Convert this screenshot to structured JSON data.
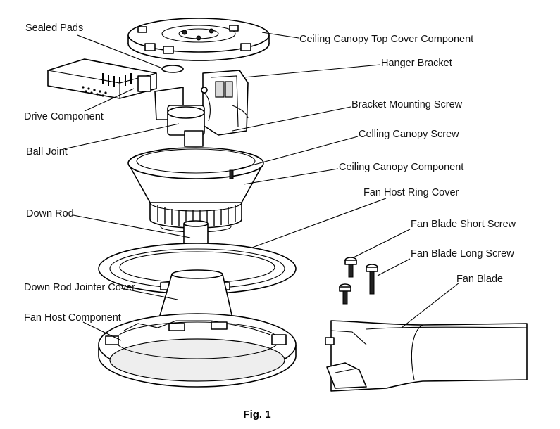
{
  "labels": {
    "sealed_pads": "Sealed Pads",
    "top_cover": "Ceiling Canopy Top Cover Component",
    "hanger_bracket": "Hanger Bracket",
    "drive_component": "Drive Component",
    "bracket_screw": "Bracket Mounting Screw",
    "canopy_screw": "Celling Canopy Screw",
    "ball_joint": "Ball Joint",
    "canopy_component": "Ceiling Canopy Component",
    "host_ring_cover": "Fan Host Ring Cover",
    "down_rod": "Down Rod",
    "blade_short_screw": "Fan Blade Short Screw",
    "blade_long_screw": "Fan Blade Long Screw",
    "fan_blade": "Fan Blade",
    "jointer_cover": "Down Rod Jointer Cover",
    "host_component": "Fan Host Component"
  },
  "caption": "Fig. 1"
}
